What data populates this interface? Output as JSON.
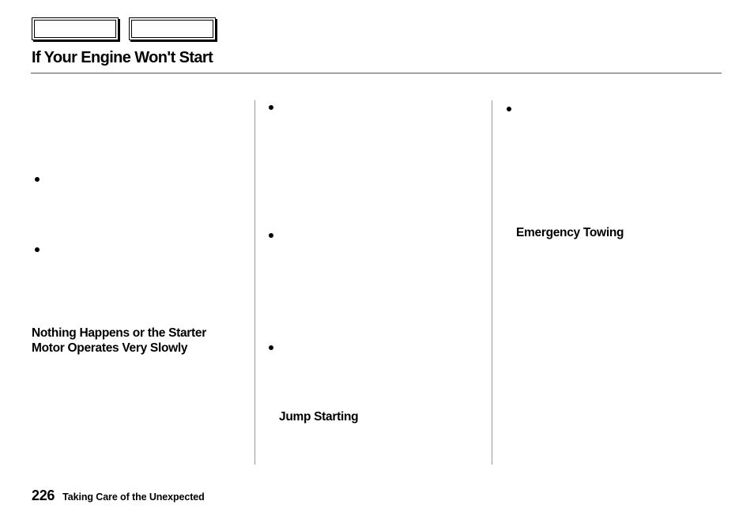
{
  "header": {
    "title": "If Your Engine Won't Start"
  },
  "navigation": {
    "buttons": [
      "previous-page",
      "next-page"
    ]
  },
  "columns": [
    {
      "headings": [
        "Nothing Happens or the Starter Motor Operates Very Slowly"
      ],
      "bullet_count": 2
    },
    {
      "headings": [
        "Jump Starting"
      ],
      "bullet_count": 3
    },
    {
      "headings": [
        "Emergency Towing"
      ],
      "bullet_count": 1
    }
  ],
  "footer": {
    "page_number": "226",
    "section": "Taking Care of the Unexpected"
  }
}
